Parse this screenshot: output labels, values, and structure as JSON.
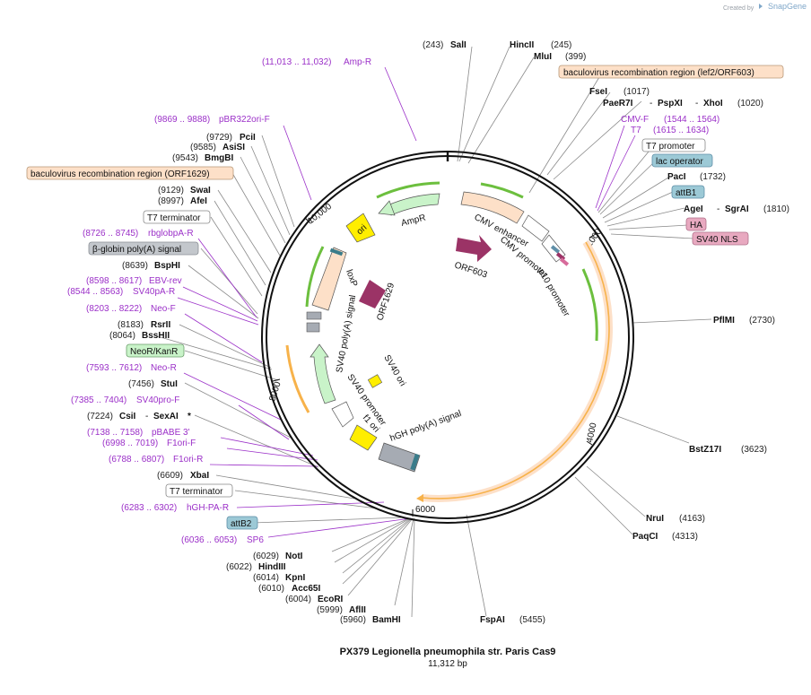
{
  "brand": {
    "created_by": "Created by",
    "name": "SnapGene"
  },
  "title": "PX379 Legionella pneumophila str. Paris Cas9",
  "subtitle": "11,312 bp",
  "total_bp": 11312,
  "ticks": [
    "2000",
    "4000",
    "6000",
    "8000",
    "10,000"
  ],
  "right_labels": {
    "sali": {
      "num": "(243)",
      "name": "SalI"
    },
    "hincii": {
      "name": "HincII",
      "num": "(245)"
    },
    "mlui": {
      "name": "MluI",
      "num": "(399)"
    },
    "bac_lef2": {
      "text": "baculovirus recombination region (lef2/ORF603)"
    },
    "fsei": {
      "name": "FseI",
      "num": "(1017)"
    },
    "paer7i": {
      "name": "PaeR7I",
      "sep1": "-",
      "name2": "PspXI",
      "sep2": "-",
      "name3": "XhoI",
      "num": "(1020)"
    },
    "cmvf": {
      "name": "CMV-F",
      "num": "(1544 .. 1564)"
    },
    "t7": {
      "name": "T7",
      "num": "(1615 .. 1634)"
    },
    "t7prom": {
      "text": "T7 promoter"
    },
    "lacop": {
      "text": "lac operator"
    },
    "paci": {
      "name": "PacI",
      "num": "(1732)"
    },
    "attb1": {
      "text": "attB1"
    },
    "agei": {
      "name": "AgeI",
      "sep": "-",
      "name2": "SgrAI",
      "num": "(1810)"
    },
    "ha": {
      "text": "HA"
    },
    "sv40nls": {
      "text": "SV40 NLS"
    },
    "pflmi": {
      "name": "PflMI",
      "num": "(2730)"
    },
    "bstz17i": {
      "name": "BstZ17I",
      "num": "(3623)"
    },
    "nrui": {
      "name": "NruI",
      "num": "(4163)"
    },
    "paqci": {
      "name": "PaqCI",
      "num": "(4313)"
    },
    "fspai": {
      "name": "FspAI",
      "num": "(5455)"
    }
  },
  "left_labels": {
    "ampr": {
      "num": "(11,013 .. 11,032)",
      "name": "Amp-R"
    },
    "pbr322": {
      "num": "(9869 .. 9888)",
      "name": "pBR322ori-F"
    },
    "pcii": {
      "num": "(9729)",
      "name": "PciI"
    },
    "asisi": {
      "num": "(9585)",
      "name": "AsiSI"
    },
    "bmgbi": {
      "num": "(9543)",
      "name": "BmgBI"
    },
    "bac_orf": {
      "text": "baculovirus recombination region (ORF1629)"
    },
    "swai": {
      "num": "(9129)",
      "name": "SwaI"
    },
    "afei": {
      "num": "(8997)",
      "name": "AfeI"
    },
    "t7term1": {
      "text": "T7 terminator"
    },
    "rbglob": {
      "num": "(8726 .. 8745)",
      "name": "rbglobpA-R"
    },
    "bglobin": {
      "text": "β-globin poly(A) signal"
    },
    "bsphi": {
      "num": "(8639)",
      "name": "BspHI"
    },
    "ebv": {
      "num": "(8598 .. 8617)",
      "name": "EBV-rev"
    },
    "sv40pa": {
      "num": "(8544 .. 8563)",
      "name": "SV40pA-R"
    },
    "neof": {
      "num": "(8203 .. 8222)",
      "name": "Neo-F"
    },
    "rsrii": {
      "num": "(8183)",
      "name": "RsrII"
    },
    "bsshii": {
      "num": "(8064)",
      "name": "BssHII"
    },
    "neokan": {
      "text": "NeoR/KanR"
    },
    "neor": {
      "num": "(7593 .. 7612)",
      "name": "Neo-R"
    },
    "stui": {
      "num": "(7456)",
      "name": "StuI"
    },
    "sv40pro": {
      "num": "(7385 .. 7404)",
      "name": "SV40pro-F"
    },
    "csii": {
      "num": "(7224)",
      "name": "CsiI",
      "sep": "-",
      "name2": "SexAI",
      "star": "*"
    },
    "pbabe": {
      "num": "(7138 .. 7158)",
      "name": "pBABE 3'"
    },
    "f1orif": {
      "num": "(6998 .. 7019)",
      "name": "F1ori-F"
    },
    "f1orir": {
      "num": "(6788 .. 6807)",
      "name": "F1ori-R"
    },
    "xbai": {
      "num": "(6609)",
      "name": "XbaI"
    },
    "t7term2": {
      "text": "T7 terminator"
    },
    "hghpa": {
      "num": "(6283 .. 6302)",
      "name": "hGH-PA-R"
    },
    "attb2": {
      "text": "attB2"
    },
    "sp6": {
      "num": "(6036 .. 6053)",
      "name": "SP6"
    },
    "noti": {
      "num": "(6029)",
      "name": "NotI"
    },
    "hindiii": {
      "num": "(6022)",
      "name": "HindIII"
    },
    "kpni": {
      "num": "(6014)",
      "name": "KpnI"
    },
    "acc65i": {
      "num": "(6010)",
      "name": "Acc65I"
    },
    "ecori": {
      "num": "(6004)",
      "name": "EcoRI"
    },
    "aflii": {
      "num": "(5999)",
      "name": "AflII"
    },
    "bamhi": {
      "num": "(5960)",
      "name": "BamHI"
    }
  },
  "features": {
    "ampr": "AmpR",
    "ori": "ori",
    "cmv_enh": "CMV enhancer",
    "cmv_prom": "CMV promoter",
    "p10": "p10 promoter",
    "orf603": "ORF603",
    "orf1629": "ORF1629",
    "loxp": "loxP",
    "sv40pa": "SV40 poly(A) signal",
    "sv40ori": "SV40 ori",
    "sv40prom": "SV40 promoter",
    "f1ori": "f1 ori",
    "hgh": "hGH poly(A) signal"
  },
  "colors": {
    "primer": "#9b30c8",
    "cds": "#f7b24a",
    "orf": "#9b3366",
    "promoter": "#ffffff",
    "ori": "#ffee00",
    "polyA": "#a6abb3",
    "resistance": "#c9f3c9",
    "enhancer": "#fde0c8",
    "backbone": "#111111"
  }
}
